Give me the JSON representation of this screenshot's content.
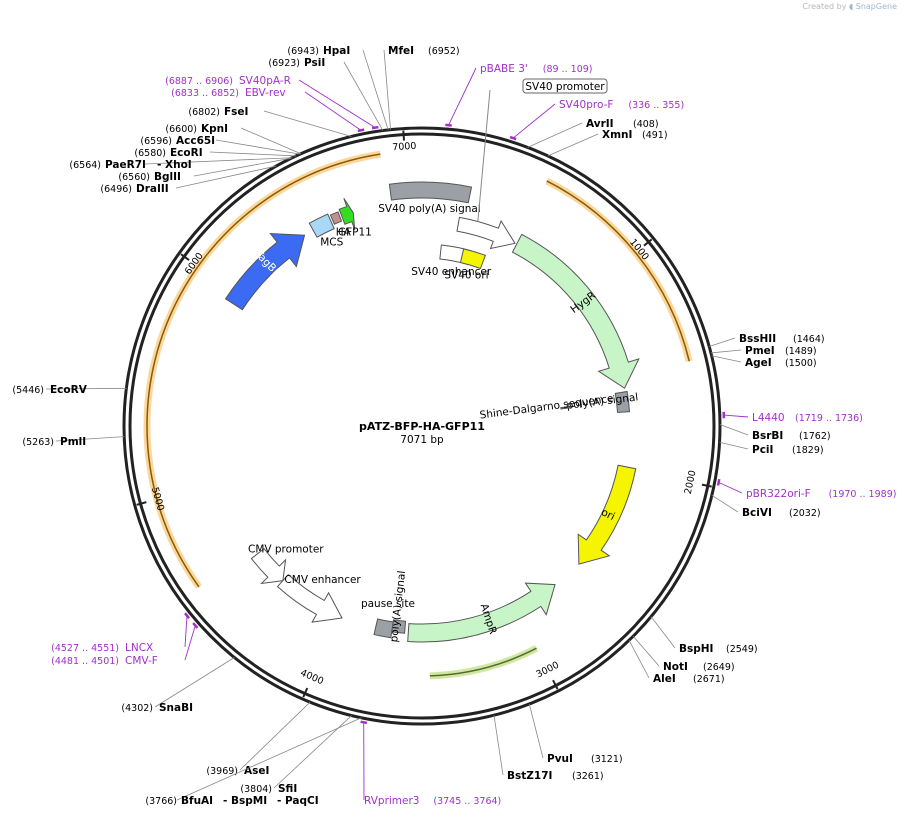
{
  "credit": {
    "prefix": "Created by",
    "brand": "SnapGene"
  },
  "plasmid": {
    "name": "pATZ-BFP-HA-GFP11",
    "size_label": "7071 bp",
    "length": 7071
  },
  "ticks": [
    {
      "pos": 1000,
      "label": "1000"
    },
    {
      "pos": 2000,
      "label": "2000"
    },
    {
      "pos": 3000,
      "label": "3000"
    },
    {
      "pos": 4000,
      "label": "4000"
    },
    {
      "pos": 5000,
      "label": "5000"
    },
    {
      "pos": 6000,
      "label": "6000"
    },
    {
      "pos": 7000,
      "label": "7000"
    }
  ],
  "enzymes": [
    {
      "name": "HpaI",
      "pos": 6943,
      "pos_label": "(6943)"
    },
    {
      "name": "MfeI",
      "pos": 6952,
      "pos_label": "(6952)"
    },
    {
      "name": "PsiI",
      "pos": 6923,
      "pos_label": "(6923)"
    },
    {
      "name": "FseI",
      "pos": 6802,
      "pos_label": "(6802)"
    },
    {
      "name": "KpnI",
      "pos": 6600,
      "pos_label": "(6600)"
    },
    {
      "name": "Acc65I",
      "pos": 6596,
      "pos_label": "(6596)"
    },
    {
      "name": "EcoRI",
      "pos": 6580,
      "pos_label": "(6580)"
    },
    {
      "name": "PaeR7I",
      "pos": 6564,
      "pos_label": "(6564)",
      "extra": "XhoI"
    },
    {
      "name": "BglII",
      "pos": 6560,
      "pos_label": "(6560)"
    },
    {
      "name": "DraIII",
      "pos": 6496,
      "pos_label": "(6496)"
    },
    {
      "name": "AvrII",
      "pos": 408,
      "pos_label": "(408)"
    },
    {
      "name": "XmnI",
      "pos": 491,
      "pos_label": "(491)"
    },
    {
      "name": "BssHII",
      "pos": 1464,
      "pos_label": "(1464)"
    },
    {
      "name": "PmeI",
      "pos": 1489,
      "pos_label": "(1489)"
    },
    {
      "name": "AgeI",
      "pos": 1500,
      "pos_label": "(1500)"
    },
    {
      "name": "BsrBI",
      "pos": 1762,
      "pos_label": "(1762)"
    },
    {
      "name": "PciI",
      "pos": 1829,
      "pos_label": "(1829)"
    },
    {
      "name": "BciVI",
      "pos": 2032,
      "pos_label": "(2032)"
    },
    {
      "name": "BspHI",
      "pos": 2549,
      "pos_label": "(2549)"
    },
    {
      "name": "NotI",
      "pos": 2649,
      "pos_label": "(2649)"
    },
    {
      "name": "AleI",
      "pos": 2671,
      "pos_label": "(2671)"
    },
    {
      "name": "PvuI",
      "pos": 3121,
      "pos_label": "(3121)"
    },
    {
      "name": "BstZ17I",
      "pos": 3261,
      "pos_label": "(3261)"
    },
    {
      "name": "AseI",
      "pos": 3969,
      "pos_label": "(3969)"
    },
    {
      "name": "SfiI",
      "pos": 3804,
      "pos_label": "(3804)"
    },
    {
      "name": "BfuAI",
      "pos": 3766,
      "pos_label": "(3766)",
      "extra": "BspMI",
      "extra2": "PaqCI"
    },
    {
      "name": "SnaBI",
      "pos": 4302,
      "pos_label": "(4302)"
    },
    {
      "name": "PmlI",
      "pos": 5263,
      "pos_label": "(5263)"
    },
    {
      "name": "EcoRV",
      "pos": 5446,
      "pos_label": "(5446)"
    }
  ],
  "primers": [
    {
      "name": "SV40pA-R",
      "range": "(6887 .. 6906)",
      "pos": 6896
    },
    {
      "name": "EBV-rev",
      "range": "(6833 .. 6852)",
      "pos": 6842
    },
    {
      "name": "pBABE 3'",
      "range": "(89 .. 109)",
      "pos": 99
    },
    {
      "name": "SV40pro-F",
      "range": "(336 .. 355)",
      "pos": 345
    },
    {
      "name": "L4440",
      "range": "(1719 .. 1736)",
      "pos": 1727
    },
    {
      "name": "pBR322ori-F",
      "range": "(1970 .. 1989)",
      "pos": 1979
    },
    {
      "name": "LNCX",
      "range": "(4527 .. 4551)",
      "pos": 4539
    },
    {
      "name": "CMV-F",
      "range": "(4481 .. 4501)",
      "pos": 4491
    },
    {
      "name": "RVprimer3",
      "range": "(3745 .. 3764)",
      "pos": 3754
    }
  ],
  "features": [
    {
      "name": "SV40 promoter",
      "start": 200,
      "end": 530,
      "type": "promoter",
      "color": "#ffffff"
    },
    {
      "name": "SV40 poly(A) signal",
      "start": 6920,
      "end": 230,
      "type": "polyA",
      "color": "#9aa0a6"
    },
    {
      "name": "SV40 enhancer",
      "start": 120,
      "end": 310,
      "type": "enhancer",
      "color": "#ffffff"
    },
    {
      "name": "SV40 ori",
      "start": 260,
      "end": 400,
      "type": "ori",
      "color": "#f5f500"
    },
    {
      "name": "HygR",
      "start": 540,
      "end": 1560,
      "type": "cds",
      "color": "#c8f5c8"
    },
    {
      "name": "poly(A) signal",
      "start": 1580,
      "end": 1690,
      "type": "polyA",
      "color": "#9aa0a6"
    },
    {
      "name": "Shine-Dalgarno sequence",
      "start": 1620,
      "end": 1630,
      "type": "rbs",
      "color": "#808080"
    },
    {
      "name": "ori",
      "start": 1990,
      "end": 2580,
      "type": "ori",
      "color": "#f5f500"
    },
    {
      "name": "AmpR",
      "start": 2750,
      "end": 3610,
      "type": "cds",
      "color": "#c8f5c8"
    },
    {
      "name": "poly(A) signal",
      "start": 3630,
      "end": 3700,
      "type": "polyA",
      "color": "#9aa0a6"
    },
    {
      "name": "pause site",
      "start": 3700,
      "end": 3790,
      "type": "polyA",
      "color": "#9aa0a6"
    },
    {
      "name": "CMV enhancer",
      "start": 3980,
      "end": 4360,
      "type": "enhancer",
      "color": "#ffffff"
    },
    {
      "name": "CMV promoter",
      "start": 4360,
      "end": 4560,
      "type": "promoter",
      "color": "#ffffff"
    },
    {
      "name": "TagBFP",
      "start": 5950,
      "end": 6450,
      "type": "cds",
      "color": "#3b6bf2"
    },
    {
      "name": "MCS",
      "start": 6500,
      "end": 6600,
      "type": "mcs",
      "color": "#a8d8f5"
    },
    {
      "name": "HA",
      "start": 6610,
      "end": 6650,
      "type": "tag",
      "color": "#c09090"
    },
    {
      "name": "GFP11",
      "start": 6660,
      "end": 6720,
      "type": "tag",
      "color": "#33dd22"
    }
  ],
  "arcs": [
    {
      "start": 530,
      "end": 1500,
      "color": "#f5a623"
    },
    {
      "start": 3000,
      "end": 3500,
      "color": "#99cc33"
    },
    {
      "start": 4600,
      "end": 6900,
      "color": "#f5a623"
    }
  ]
}
